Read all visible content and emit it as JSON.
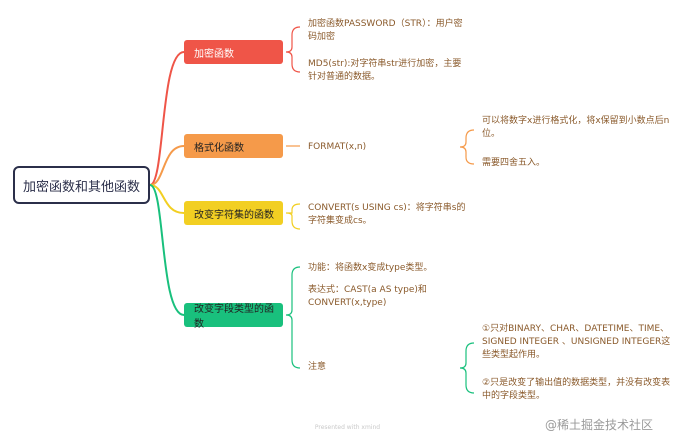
{
  "root": {
    "label": "加密函数和其他函数"
  },
  "topics": [
    {
      "label": "加密函数",
      "color": "#ef5548",
      "notes": [
        "加密函数PASSWORD（STR）：用户密码加密",
        "MD5(str):对字符串str进行加密，主要针对普通的数据。"
      ]
    },
    {
      "label": "格式化函数",
      "color": "#f59a4a",
      "notes": [
        "FORMAT(x,n)"
      ],
      "sub_notes": [
        "可以将数字x进行格式化，将x保留到小数点后n位。",
        "需要四舍五入。"
      ]
    },
    {
      "label": "改变字符集的函数",
      "color": "#f2cf22",
      "notes": [
        "CONVERT(s USING cs)：将字符串s的字符集变成cs。"
      ]
    },
    {
      "label": "改变字段类型的函数",
      "color": "#19c07d",
      "notes": [
        "功能：将函数x变成type类型。",
        "表达式：CAST(a AS type)和CONVERT(x,type)",
        "注意"
      ],
      "sub_notes": [
        "①只对BINARY、CHAR、DATETIME、TIME、SIGNED INTEGER 、UNSIGNED INTEGER这些类型起作用。",
        "②只是改变了输出值的数据类型，并没有改变表中的字段类型。"
      ]
    }
  ],
  "footer": {
    "text": "Presented with xmind"
  },
  "watermark": {
    "text": "@稀土掘金技术社区"
  }
}
